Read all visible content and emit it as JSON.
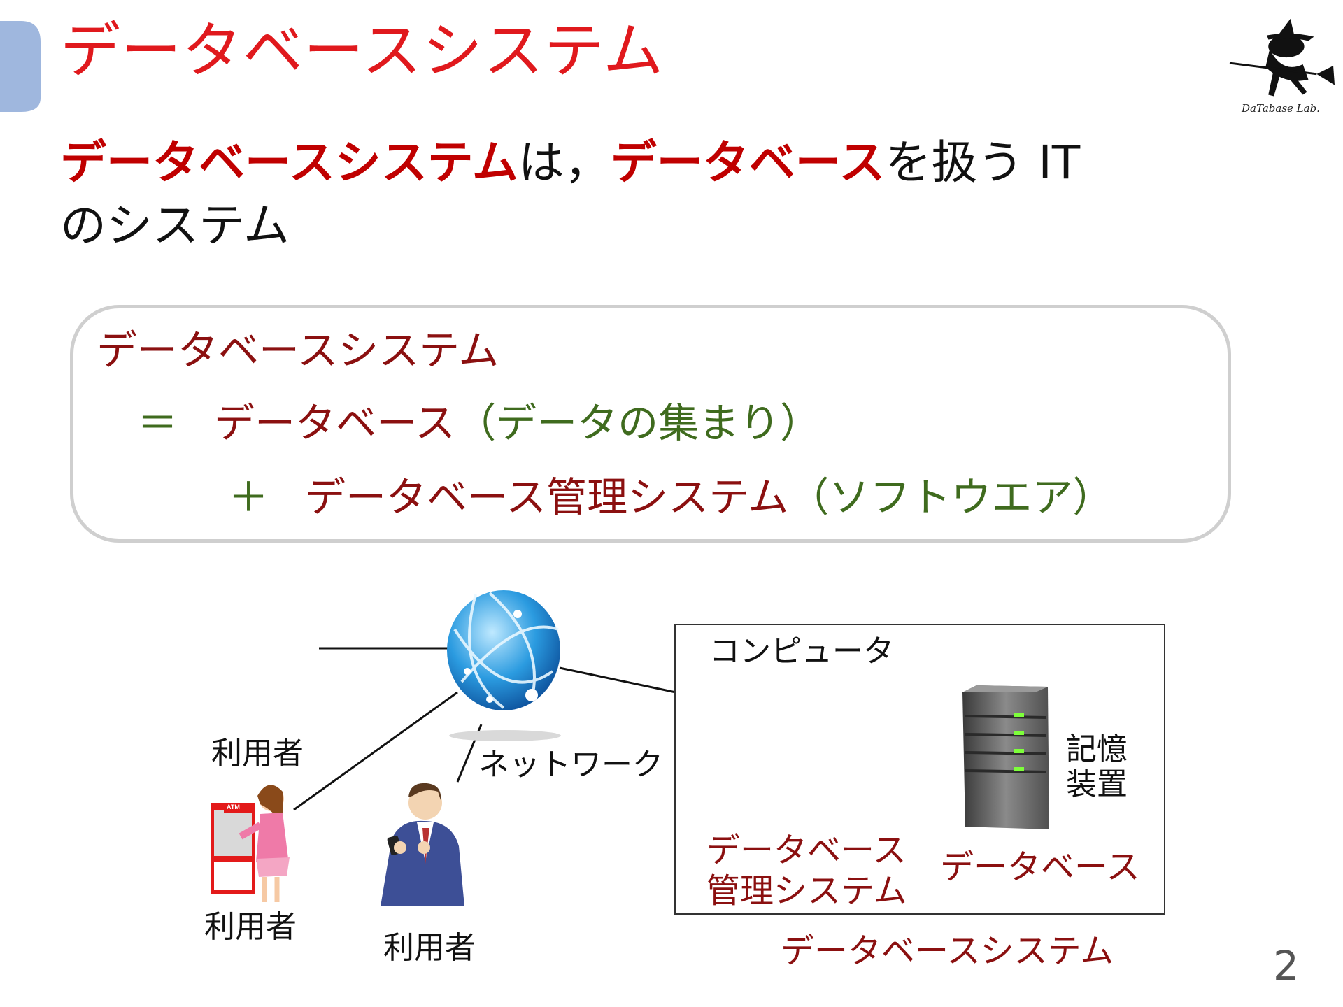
{
  "slide": {
    "title": "データベースシステム",
    "logo_text": "DaTabase Lab.",
    "lead": {
      "term": "データベースシステム",
      "part1": "は，",
      "term2": "データベース",
      "part2": "を扱う IT",
      "part3": "のシステム"
    },
    "definition": {
      "line1": "データベースシステム",
      "equals": "＝",
      "db": "データベース",
      "db_note": "（データの集まり）",
      "plus": "＋",
      "dbms": "データベース管理システム",
      "dbms_note": "（ソフトウエア）"
    },
    "diagram": {
      "user_label_top": "利用者",
      "user_label_atm": "利用者",
      "user_label_phone": "利用者",
      "network_label": "ネットワーク",
      "computer_label": "コンピュータ",
      "storage_label_1": "記憶",
      "storage_label_2": "装置",
      "dbms_label_1": "データベース",
      "dbms_label_2": "管理システム",
      "db_label": "データベース",
      "system_label": "データベースシステム",
      "atm_sign": "ATM"
    },
    "page_number": "2"
  },
  "colors": {
    "title_red": "#e0191d",
    "emphasis_red": "#c00000",
    "dark_red": "#8b1010",
    "olive": "#3f6b1e",
    "corner_blue": "#9fb7de"
  },
  "icons": [
    "globe-network-icon",
    "server-icon",
    "atm-user-illustration",
    "phone-user-illustration",
    "witch-logo-icon"
  ]
}
